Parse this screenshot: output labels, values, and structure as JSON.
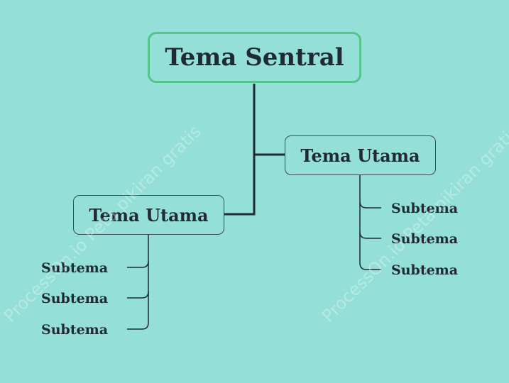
{
  "central_topic": {
    "label": "Tema Sentral"
  },
  "main_topics": [
    {
      "label": "Tema Utama",
      "subtopics": [
        "Subtema",
        "Subtema",
        "Subtema"
      ]
    },
    {
      "label": "Tema Utama",
      "subtopics": [
        "Subtema",
        "Subtema",
        "Subtema"
      ]
    }
  ],
  "watermark": {
    "text": "ProcessOn.io Peta pikiran gratis"
  },
  "colors": {
    "background": "#94dfd8",
    "central_border": "#52c48c",
    "text": "#1f2a33",
    "connector": "#1f2a33"
  }
}
